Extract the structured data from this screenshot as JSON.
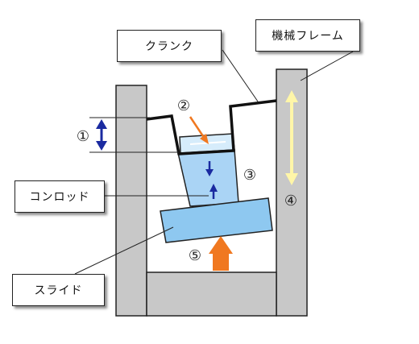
{
  "labels": {
    "crank": "クランク",
    "frame": "機械フレーム",
    "conrod": "コンロッド",
    "slide": "スライド"
  },
  "markers": {
    "m1": "①",
    "m2": "②",
    "m3": "③",
    "m4": "④",
    "m5": "⑤"
  },
  "colors": {
    "frame_fill": "#c8c8c8",
    "conrod_fill": "#aad4f5",
    "slide_fill": "#8ec8f0",
    "blue_arrow": "#1a2aa0",
    "orange_arrow": "#f07820",
    "yellow_arrow": "#fff6a8"
  }
}
